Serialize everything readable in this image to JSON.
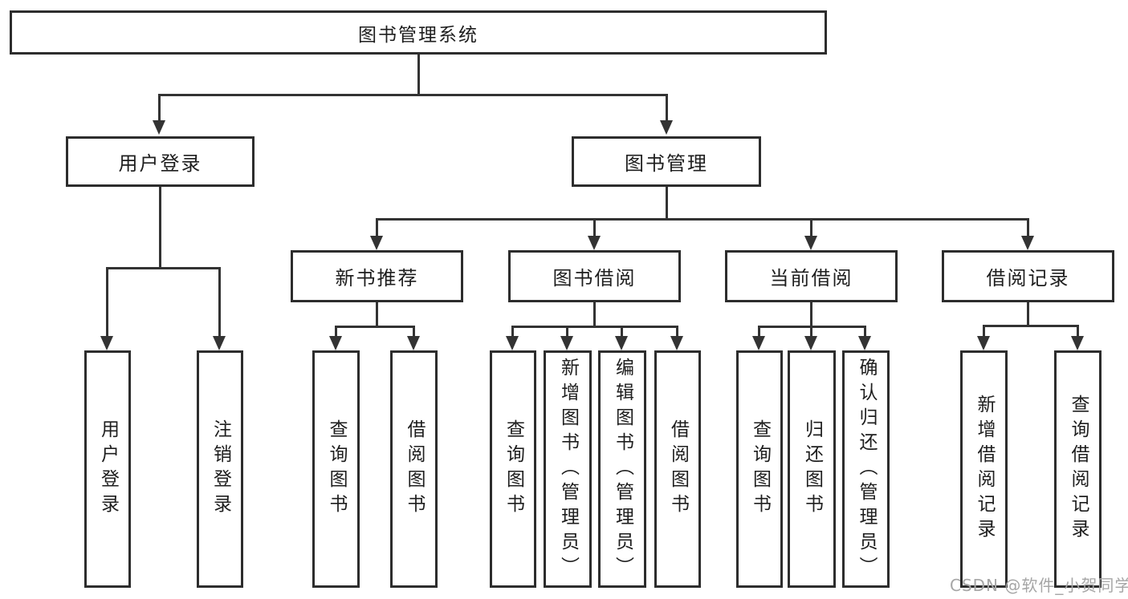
{
  "diagram": {
    "type": "tree",
    "root": {
      "label": "图书管理系统"
    },
    "branches": {
      "user_login": {
        "label": "用户登录",
        "children": [
          {
            "label": "用户登录"
          },
          {
            "label": "注销登录"
          }
        ]
      },
      "book_mgmt": {
        "label": "图书管理",
        "sections": [
          {
            "label": "新书推荐",
            "children": [
              {
                "label": "查询图书"
              },
              {
                "label": "借阅图书"
              }
            ]
          },
          {
            "label": "图书借阅",
            "children": [
              {
                "label": "查询图书"
              },
              {
                "label": "新增图书（管理员）"
              },
              {
                "label": "编辑图书（管理员）"
              },
              {
                "label": "借阅图书"
              }
            ]
          },
          {
            "label": "当前借阅",
            "children": [
              {
                "label": "查询图书"
              },
              {
                "label": "归还图书"
              },
              {
                "label": "确认归还（管理员）"
              }
            ]
          },
          {
            "label": "借阅记录",
            "children": [
              {
                "label": "新增借阅记录"
              },
              {
                "label": "查询借阅记录"
              }
            ]
          }
        ]
      }
    },
    "colors": {
      "line": "#333333",
      "box_border": "#2d2d2d",
      "text": "#1e1e1e",
      "watermark": "#a6a6a6",
      "background": "#ffffff"
    }
  },
  "watermark": {
    "text": "CSDN @软件_小贺同学"
  }
}
